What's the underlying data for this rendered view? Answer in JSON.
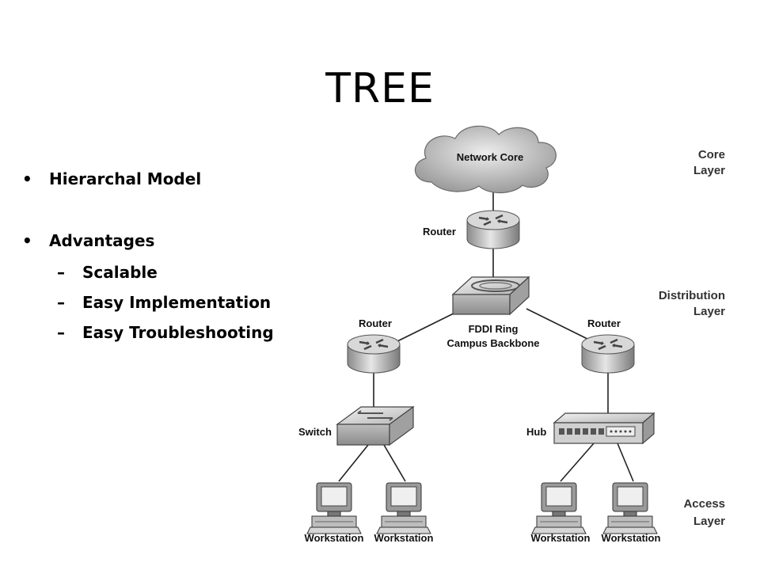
{
  "title": "TREE",
  "bullets": [
    {
      "text": "Hierarchal Model"
    },
    {
      "text": "Advantages",
      "sub": [
        "Scalable",
        "Easy Implementation",
        "Easy Troubleshooting"
      ]
    }
  ],
  "diagram": {
    "cloud_label": "Network Core",
    "router_label": "Router",
    "fddi_label_1": "FDDI Ring",
    "fddi_label_2": "Campus Backbone",
    "switch_label": "Switch",
    "hub_label": "Hub",
    "workstation_label": "Workstation",
    "layers": {
      "core_1": "Core",
      "core_2": "Layer",
      "dist_1": "Distribution",
      "dist_2": "Layer",
      "access_1": "Access",
      "access_2": "Layer"
    }
  }
}
